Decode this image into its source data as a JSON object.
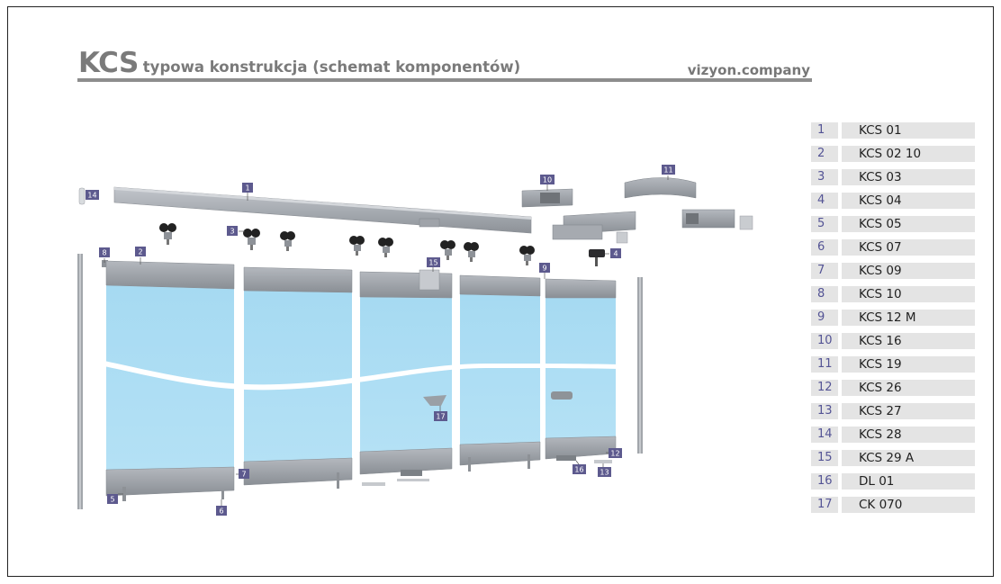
{
  "header": {
    "title_main": "KCS",
    "title_sub": "typowa konstrukcja (schemat komponentów)",
    "site": "vizyon.company"
  },
  "colors": {
    "glass": "#a9dcf3",
    "aluminium": "#a3a7ad",
    "tag": "#5d5a8e",
    "legend_bg": "#e4e4e4",
    "rule": "#8d8d8d"
  },
  "callouts": [
    "1",
    "2",
    "3",
    "4",
    "5",
    "6",
    "7",
    "8",
    "9",
    "10",
    "11",
    "12",
    "13",
    "14",
    "15",
    "16",
    "17"
  ],
  "legend": [
    {
      "num": "1",
      "code": "KCS 01"
    },
    {
      "num": "2",
      "code": "KCS 02 10"
    },
    {
      "num": "3",
      "code": "KCS 03"
    },
    {
      "num": "4",
      "code": "KCS 04"
    },
    {
      "num": "5",
      "code": "KCS 05"
    },
    {
      "num": "6",
      "code": "KCS 07"
    },
    {
      "num": "7",
      "code": "KCS 09"
    },
    {
      "num": "8",
      "code": "KCS 10"
    },
    {
      "num": "9",
      "code": "KCS 12 M"
    },
    {
      "num": "10",
      "code": "KCS 16"
    },
    {
      "num": "11",
      "code": "KCS 19"
    },
    {
      "num": "12",
      "code": "KCS 26"
    },
    {
      "num": "13",
      "code": "KCS 27"
    },
    {
      "num": "14",
      "code": "KCS 28"
    },
    {
      "num": "15",
      "code": "KCS 29 A"
    },
    {
      "num": "16",
      "code": "DL 01"
    },
    {
      "num": "17",
      "code": "CK 070"
    }
  ]
}
